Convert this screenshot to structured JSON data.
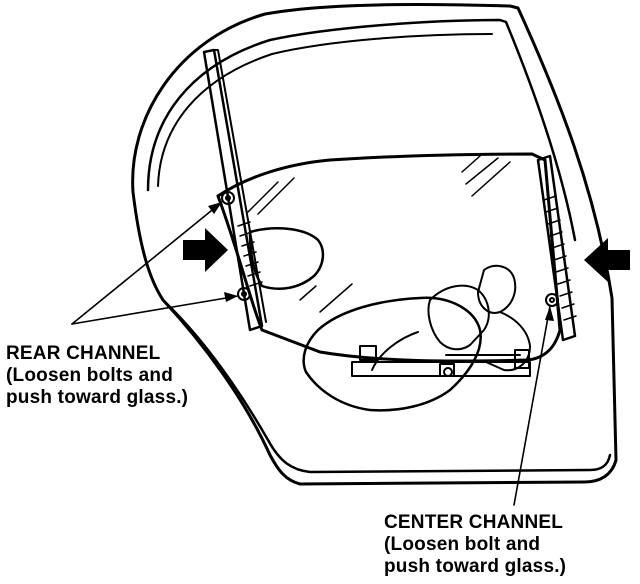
{
  "callouts": {
    "rear_channel": {
      "title": "REAR CHANNEL",
      "note_line1": "(Loosen bolts and",
      "note_line2": "push toward glass.)"
    },
    "center_channel": {
      "title": "CENTER CHANNEL",
      "note_line1": "(Loosen bolt and",
      "note_line2": "push toward glass.)"
    }
  },
  "colors": {
    "ink": "#000000",
    "paper": "#ffffff"
  }
}
